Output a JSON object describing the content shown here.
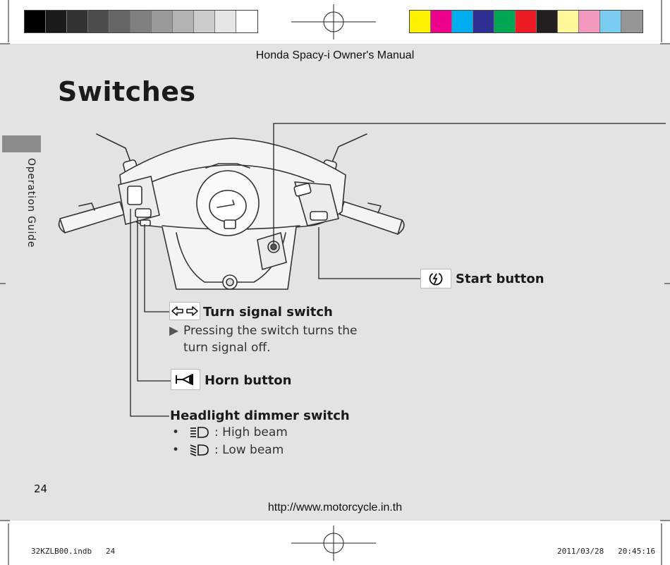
{
  "header": {
    "title": "Honda Spacy-i Owner's Manual"
  },
  "page": {
    "heading": "Switches",
    "number": "24"
  },
  "side_tab": {
    "label": "Operation Guide"
  },
  "callouts": {
    "start": {
      "label": "Start button",
      "icon": "start-icon"
    },
    "turn_signal": {
      "label": "Turn signal switch",
      "icon": "turn-signal-arrows-icon",
      "note": "Pressing the switch turns the turn signal off."
    },
    "horn": {
      "label": "Horn button",
      "icon": "horn-icon"
    },
    "headlight": {
      "label": "Headlight dimmer switch",
      "items": [
        {
          "bullet": "•",
          "icon": "high-beam-icon",
          "text": ": High beam"
        },
        {
          "bullet": "•",
          "icon": "low-beam-icon",
          "text": ": Low beam"
        }
      ]
    }
  },
  "footer": {
    "url": "http://www.motorcycle.in.th"
  },
  "print_slug": {
    "file": "32KZLB00.indb",
    "page": "24",
    "date": "2011/03/28",
    "time": "20:45:16"
  },
  "colors": {
    "grayscale": [
      "#000000",
      "#1a1a1a",
      "#333333",
      "#4d4d4d",
      "#666666",
      "#808080",
      "#999999",
      "#b3b3b3",
      "#cccccc",
      "#e6e6e6",
      "#ffffff"
    ],
    "process": [
      "#fff200",
      "#ec008c",
      "#00aeef",
      "#2e3192",
      "#00a651",
      "#ed1c24",
      "#231f20",
      "#fff799",
      "#f49ac1",
      "#7accf1",
      "#959595"
    ]
  }
}
